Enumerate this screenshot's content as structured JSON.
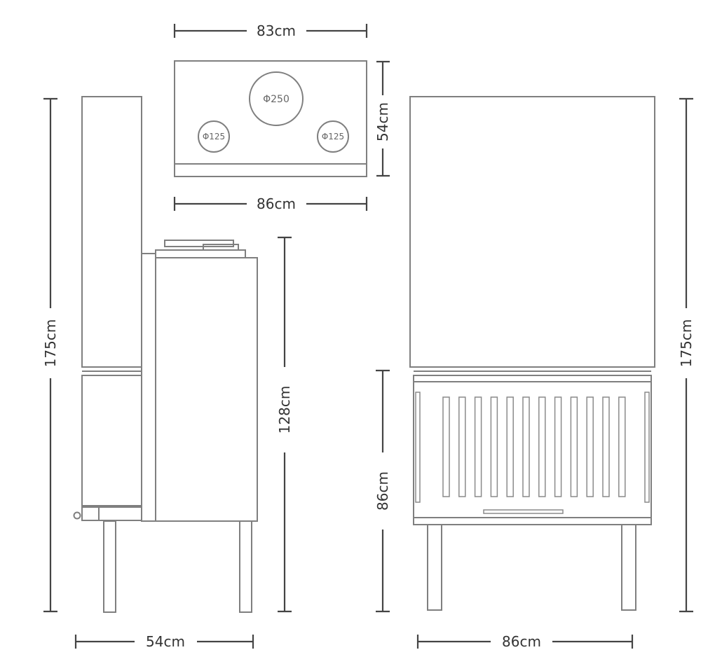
{
  "dimensions": {
    "top_width": "83cm",
    "top_depth": "54cm",
    "top_bottom_width": "86cm",
    "side_total_height": "175cm",
    "side_body_height": "128cm",
    "side_depth": "54cm",
    "front_body_height": "86cm",
    "front_total_height": "175cm",
    "front_width": "86cm"
  },
  "flues": {
    "main": "Φ250",
    "left": "Φ125",
    "right": "Φ125"
  },
  "colors": {
    "outline": "#7f7f7f",
    "dimension": "#444444"
  }
}
